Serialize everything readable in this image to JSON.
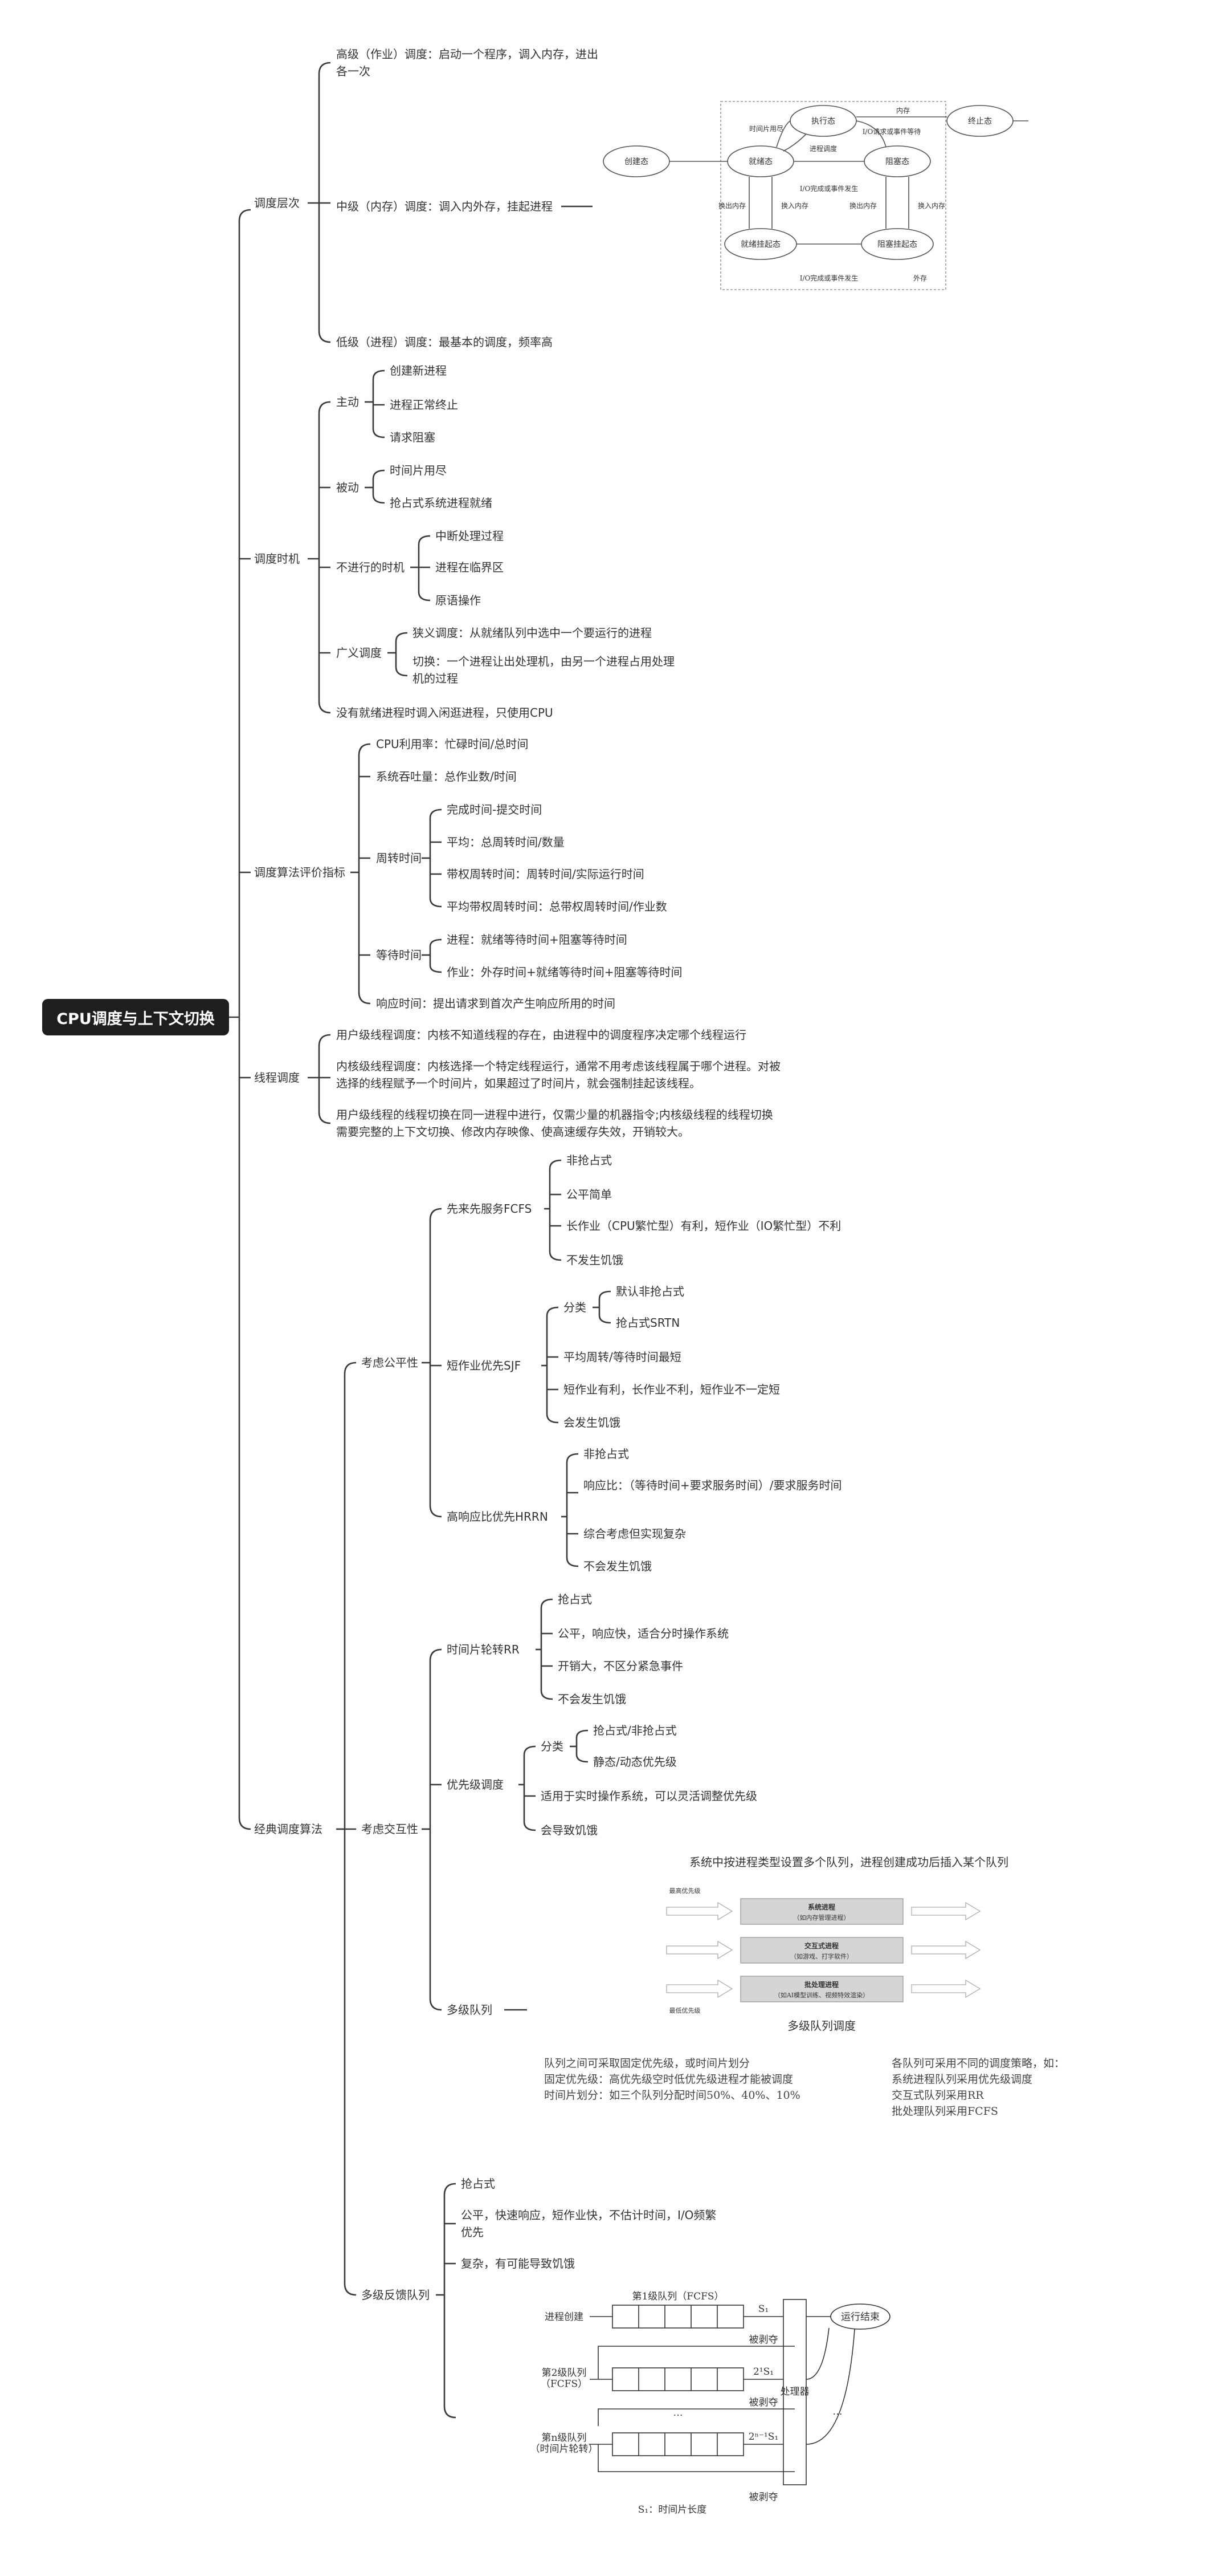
{
  "root": "CPU调度与上下文切换",
  "l1": [
    "调度层次",
    "调度时机",
    "调度算法评价指标",
    "线程调度",
    "经典调度算法"
  ],
  "level": {
    "high": "高级（作业）调度：启动一个程序，调入内存，进出各一次",
    "mid": "中级（内存）调度：调入内外存，挂起进程",
    "low": "低级（进程）调度：最基本的调度，频率高"
  },
  "timing": {
    "active": "主动",
    "active_items": [
      "创建新进程",
      "进程正常终止",
      "请求阻塞"
    ],
    "passive": "被动",
    "passive_items": [
      "时间片用尽",
      "抢占式系统进程就绪"
    ],
    "no": "不进行的时机",
    "no_items": [
      "中断处理过程",
      "进程在临界区",
      "原语操作"
    ],
    "broad": "广义调度",
    "broad_items": [
      "狭义调度：从就绪队列中选中一个要运行的进程",
      "切换：一个进程让出处理机，由另一个进程占用处理机的过程"
    ],
    "idle": "没有就绪进程时调入闲逛进程，只使用CPU"
  },
  "metrics": {
    "cpu": "CPU利用率：忙碌时间/总时间",
    "throughput": "系统吞吐量：总作业数/时间",
    "turnaround": "周转时间",
    "turnaround_items": [
      "完成时间-提交时间",
      "平均：总周转时间/数量",
      "带权周转时间：周转时间/实际运行时间",
      "平均带权周转时间：总带权周转时间/作业数"
    ],
    "wait": "等待时间",
    "wait_items": [
      "进程：就绪等待时间+阻塞等待时间",
      "作业：外存时间+就绪等待时间+阻塞等待时间"
    ],
    "response": "响应时间：提出请求到首次产生响应所用的时间"
  },
  "thread": [
    "用户级线程调度：内核不知道线程的存在，由进程中的调度程序决定哪个线程运行",
    "内核级线程调度：内核选择一个特定线程运行，通常不用考虑该线程属于哪个进程。对被选择的线程赋予一个时间片，如果超过了时间片，就会强制挂起该线程。",
    "用户级线程的线程切换在同一进程中进行，仅需少量的机器指令;内核级线程的线程切换需要完整的上下文切换、修改内存映像、使高速缓存失效，开销较大。"
  ],
  "algo": {
    "fair": "考虑公平性",
    "fcfs": "先来先服务FCFS",
    "fcfs_items": [
      "非抢占式",
      "公平简单",
      "长作业（CPU繁忙型）有利，短作业（IO繁忙型）不利",
      "不发生饥饿"
    ],
    "sjf": "短作业优先SJF",
    "sjf_cls": "分类",
    "sjf_cls_items": [
      "默认非抢占式",
      "抢占式SRTN"
    ],
    "sjf_items": [
      "平均周转/等待时间最短",
      "短作业有利，长作业不利，短作业不一定短",
      "会发生饥饿"
    ],
    "hrrn": "高响应比优先HRRN",
    "hrrn_items": [
      "非抢占式",
      "响应比：（等待时间+要求服务时间）/要求服务时间",
      "综合考虑但实现复杂",
      "不会发生饥饿"
    ],
    "inter": "考虑交互性",
    "rr": "时间片轮转RR",
    "rr_items": [
      "抢占式",
      "公平，响应快，适合分时操作系统",
      "开销大，不区分紧急事件",
      "不会发生饥饿"
    ],
    "prio": "优先级调度",
    "prio_cls": "分类",
    "prio_cls_items": [
      "抢占式/非抢占式",
      "静态/动态优先级"
    ],
    "prio_items": [
      "适用于实时操作系统，可以灵活调整优先级",
      "会导致饥饿"
    ],
    "mq": "多级队列",
    "mlfq": "多级反馈队列",
    "mlfq_items": [
      "抢占式",
      "公平，快速响应，短作业快，不估计时间，I/O频繁优先",
      "复杂，有可能导致饥饿"
    ]
  },
  "state_fig": {
    "states": [
      "创建态",
      "就绪态",
      "执行态",
      "阻塞态",
      "终止态",
      "就绪挂起态",
      "阻塞挂起态"
    ],
    "edges": [
      "时间片用尽",
      "I/O请求或事件等待",
      "进程调度",
      "I/O完成或事件发生",
      "内存",
      "换出内存",
      "换入内存",
      "换出内存",
      "换入内存",
      "I/O完成或事件发生",
      "外存"
    ]
  },
  "mq_fig": {
    "caption_top": "系统中按进程类型设置多个队列，进程创建成功后插入某个队列",
    "high_label": "最高优先级",
    "low_label": "最低优先级",
    "queues": [
      {
        "name": "系统进程",
        "sub": "（如内存管理进程）"
      },
      {
        "name": "交互式进程",
        "sub": "（如游戏、打字软件）"
      },
      {
        "name": "批处理进程",
        "sub": "（如AI模型训练、视频特效渲染）"
      }
    ],
    "caption": "多级队列调度",
    "note_left": "队列之间可采取固定优先级，或时间片划分\n固定优先级：高优先级空时低优先级进程才能被调度\n时间片划分：如三个队列分配时间50%、40%、10%",
    "note_right": "各队列可采用不同的调度策略，如：\n系统进程队列采用优先级调度\n交互式队列采用RR\n批处理队列采用FCFS"
  },
  "fb_fig": {
    "q1": "第1级队列（FCFS）",
    "q2": "第2级队列\n（FCFS）",
    "qn": "第n级队列\n（时间片轮转）",
    "create": "进程创建",
    "s1": "S₁",
    "s2": "2¹S₁",
    "sn": "2ⁿ⁻¹S₁",
    "preempt": "被剥夺",
    "cpu": "处理器",
    "done": "运行结束",
    "dots": "…",
    "legend": "S₁：时间片长度"
  }
}
